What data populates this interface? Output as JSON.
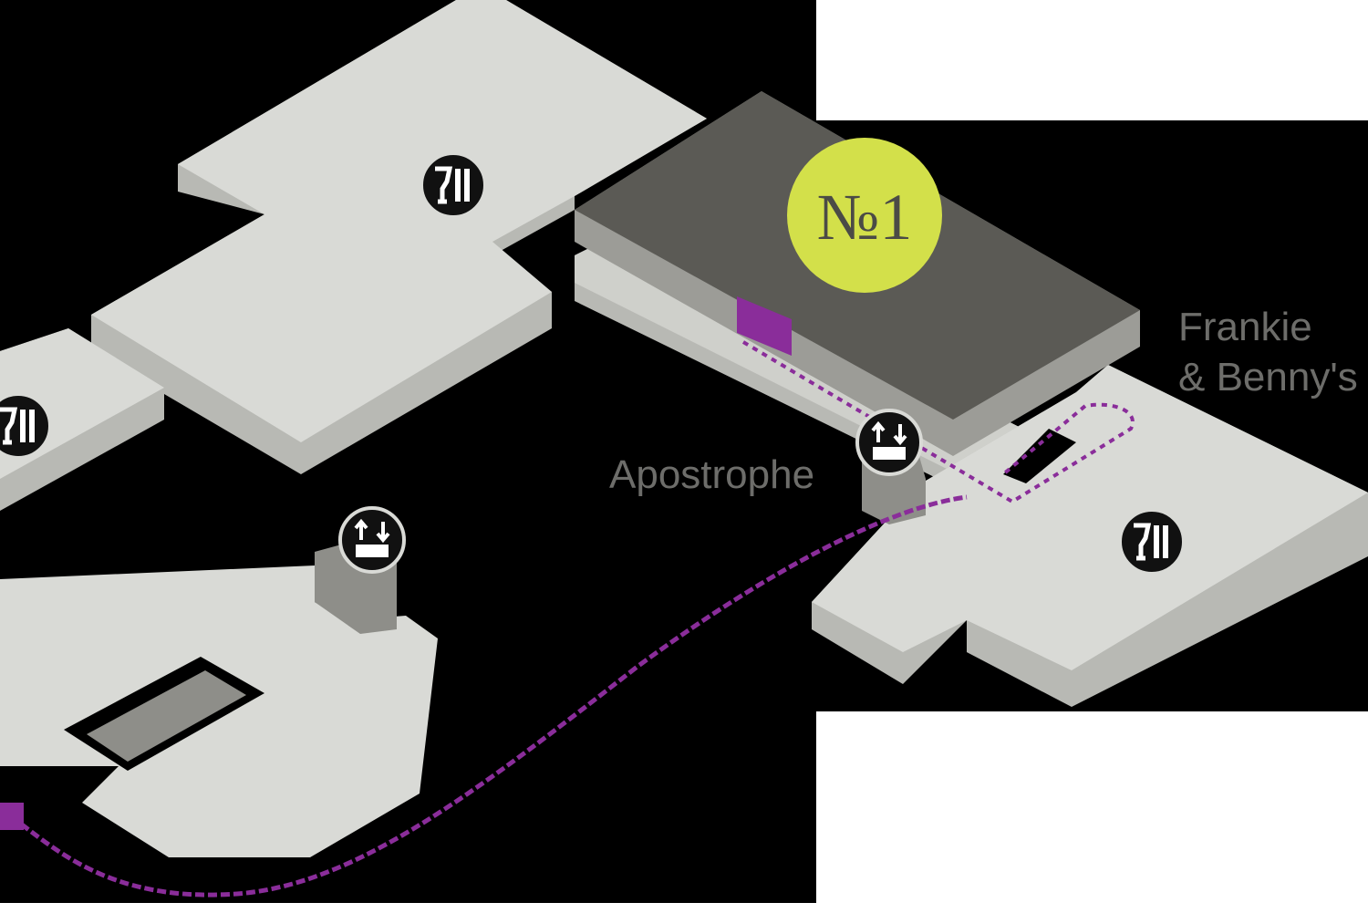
{
  "map": {
    "lounge_badge": {
      "text": "№1",
      "color": "#d3e04a"
    },
    "labels": {
      "frankie_line1": "Frankie",
      "frankie_line2": "& Benny's",
      "apostrophe": "Apostrophe"
    },
    "icons": [
      {
        "name": "restaurant-icon",
        "symbol": "🍷🍴"
      },
      {
        "name": "restaurant-icon",
        "symbol": "🍷🍴"
      },
      {
        "name": "restaurant-icon",
        "symbol": "🍷🍴"
      },
      {
        "name": "escalator-icon",
        "symbol": "⇅"
      },
      {
        "name": "escalator-icon",
        "symbol": "⇅"
      }
    ],
    "colors": {
      "background": "#000000",
      "floor_top": "#d9dad6",
      "floor_side": "#b8b9b4",
      "lounge_top": "#5b5a55",
      "route": "#8a2d9a",
      "label": "#6d6d6a"
    }
  }
}
